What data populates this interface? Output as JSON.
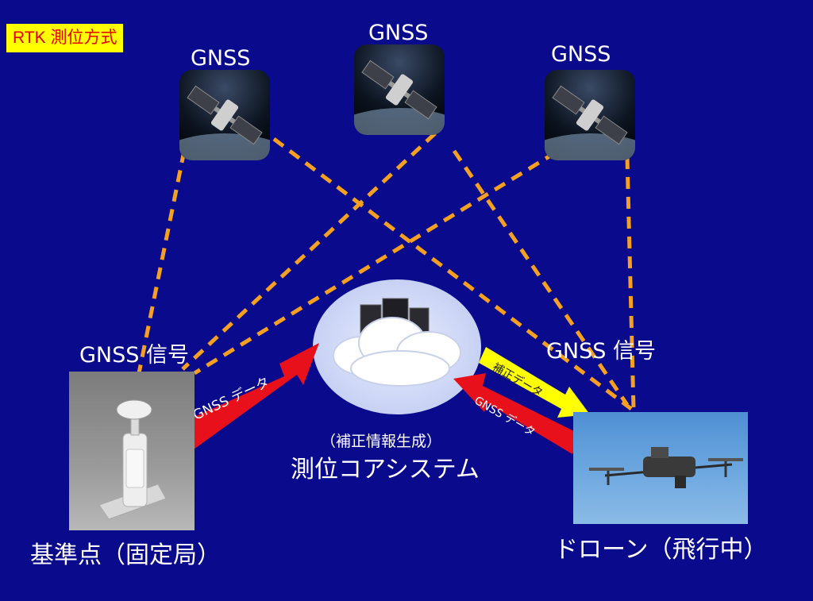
{
  "title_badge": "RTK 測位方式",
  "satellites": [
    {
      "label": "GNSS",
      "icon": "satellite-icon"
    },
    {
      "label": "GNSS",
      "icon": "satellite-icon"
    },
    {
      "label": "GNSS",
      "icon": "satellite-icon"
    }
  ],
  "base_station": {
    "signal_label": "GNSS 信号",
    "caption": "基準点（固定局）",
    "icon": "base-station-icon"
  },
  "drone": {
    "signal_label": "GNSS 信号",
    "caption": "ドローン（飛行中）",
    "icon": "drone-icon"
  },
  "core": {
    "sub_label": "（補正情報生成）",
    "label": "測位コアシステム",
    "icon": "cloud-server-icon"
  },
  "arrows": {
    "base_to_core": "GNSS データ",
    "core_to_drone": "補正データ",
    "drone_to_core": "GNSS データ"
  },
  "colors": {
    "background": "#0a0a8c",
    "signal_line": "#f5a020",
    "badge_bg": "#ffff00",
    "badge_text": "#e00000",
    "arrow_red": "#e8101a",
    "arrow_yellow": "#ffff00"
  }
}
